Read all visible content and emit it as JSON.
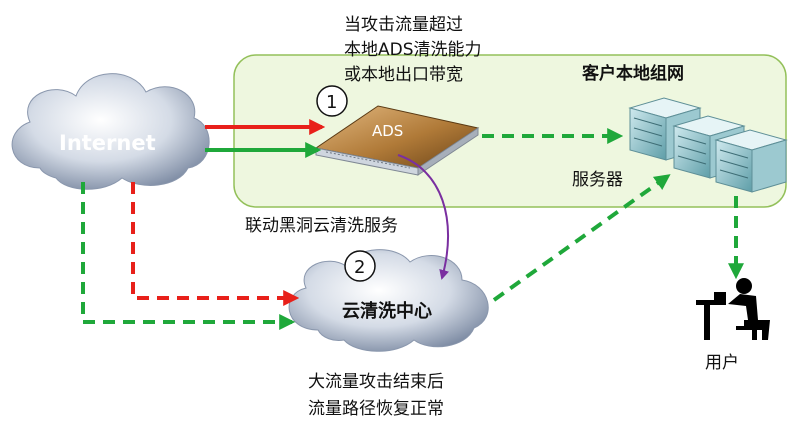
{
  "note_top": [
    "当攻击流量超过",
    "本地ADS清洗能力",
    "或本地出口带宽"
  ],
  "local_network_label": "客户本地组网",
  "internet_label": "Internet",
  "ads_label": "ADS",
  "servers_label": "服务器",
  "linkage_label": "联动黑洞云清洗服务",
  "cloud_center_label": "云清洗中心",
  "user_label": "用户",
  "note_bottom": [
    "大流量攻击结束后",
    "流量路径恢复正常"
  ],
  "step_markers": [
    "1",
    "2"
  ],
  "colors": {
    "attack": "#e8201a",
    "normal": "#1fa83a",
    "linkage": "#7a2fa0",
    "local_panel": "#eef7df",
    "local_panel_border": "#93c05a"
  },
  "icons": {
    "cloud": "cloud-icon",
    "ads_device": "ads-device-icon",
    "server": "server-icon",
    "user": "user-at-desk-icon"
  }
}
